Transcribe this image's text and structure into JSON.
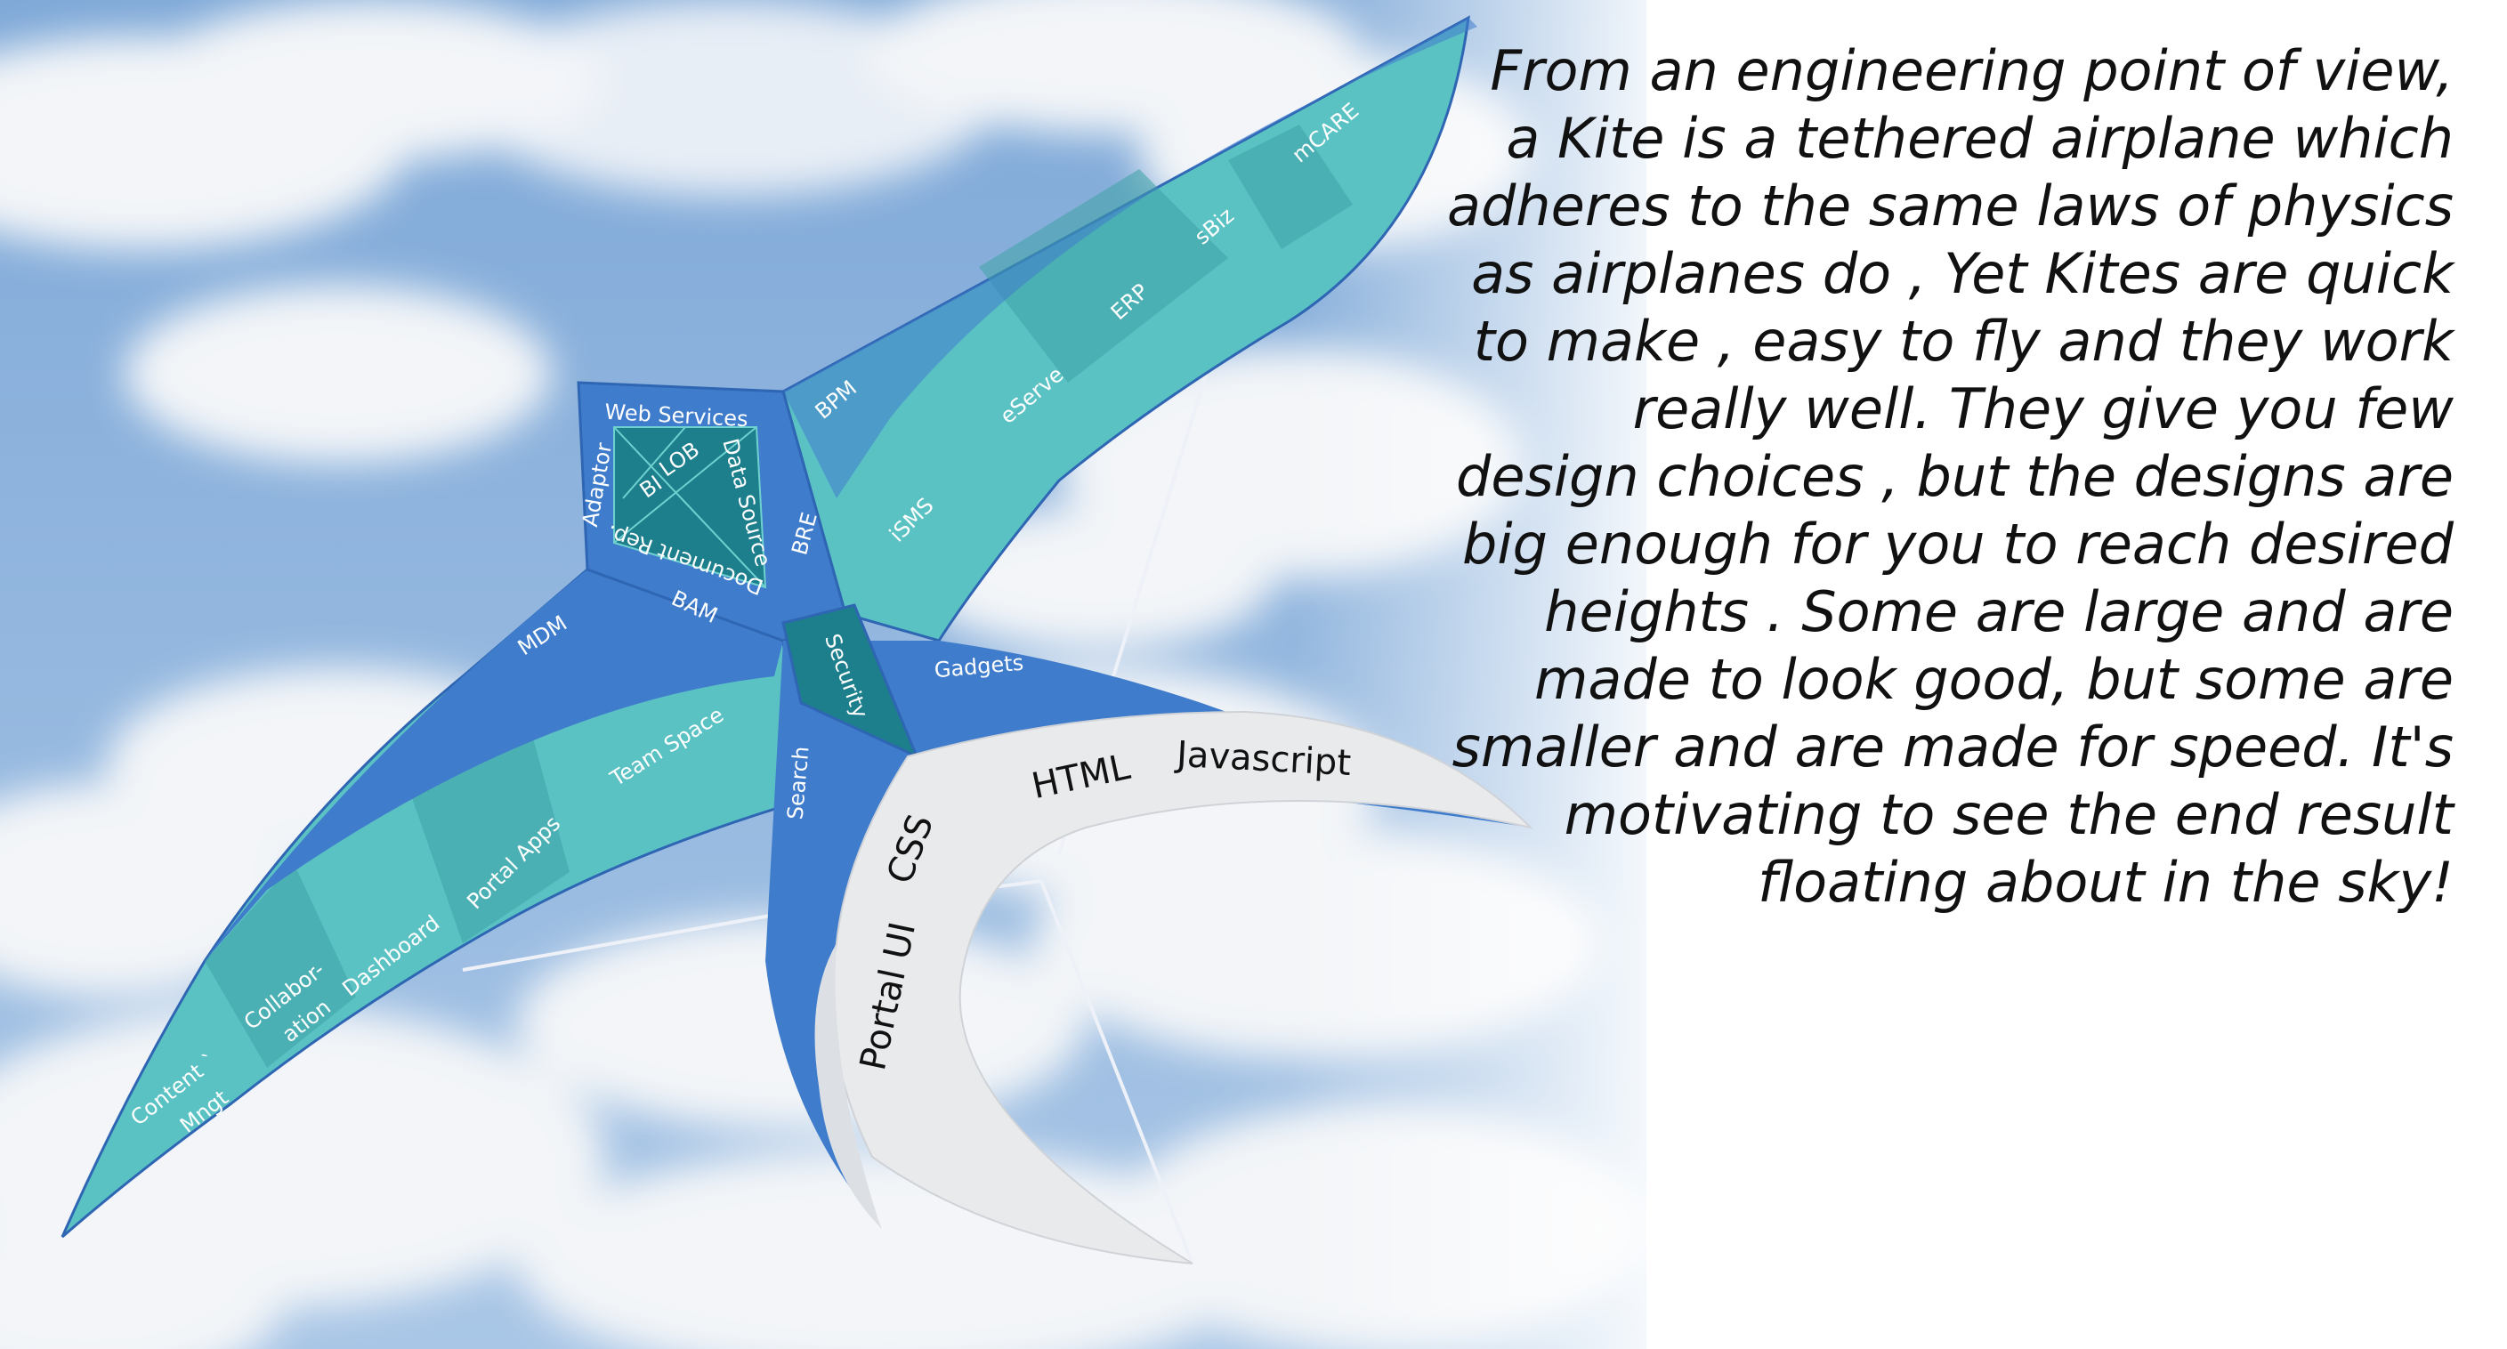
{
  "quote": {
    "text": "From an engineering point of view, a Kite is a tethered airplane which adheres to the same laws of physics as airplanes do , Yet Kites are quick to make , easy to fly and they work really well. They give you few design choices , but the designs are big enough for you to reach desired heights . Some are large and are made to look good, but some are smaller and are made for speed. It's motivating to see the end result floating about in the sky!"
  },
  "kite": {
    "right_wing": [
      "BPM",
      "iSMS",
      "eServe",
      "ERP",
      "sBiz",
      "mCARE"
    ],
    "left_wing": [
      "MDM",
      "Team Space",
      "Portal Apps",
      "Dashboard",
      "Collabor-",
      "ation",
      "Content `",
      "Mngt"
    ],
    "head": [
      "Web Services",
      "Adaptor",
      "BI",
      "LOB",
      "Data Source",
      "Document Rep.",
      "BRE",
      "BAM"
    ],
    "core": [
      "Security",
      "Gadgets",
      "Search"
    ],
    "tail": [
      "HTML",
      "Javascript",
      "CSS",
      "Portal UI"
    ]
  },
  "colors": {
    "sky": "#8fb4dc",
    "cloud": "#f2f4f7",
    "teal_light": "#5bc2c4",
    "teal_dark": "#3ea3a6",
    "blue": "#3f7ccc",
    "blue_dark": "#2f66b3",
    "security": "#1d7f8c",
    "tail": "#e9eaec",
    "string": "#e8ecf2"
  }
}
